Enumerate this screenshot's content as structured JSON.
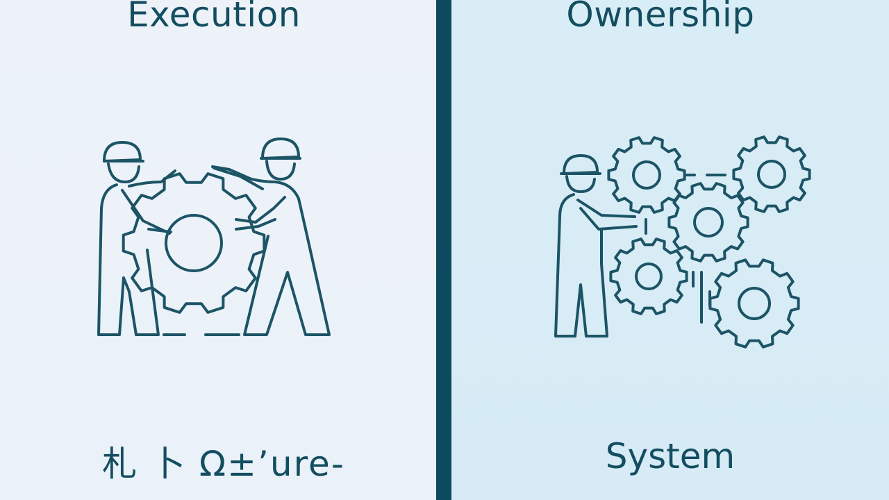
{
  "left": {
    "title": "Execution",
    "caption": "札 卜 Ω±’ure-",
    "illustration": "two-workers-lifting-gear"
  },
  "right": {
    "title": "Ownership",
    "caption": "System",
    "illustration": "worker-operating-gear-system"
  },
  "colors": {
    "ink": "#1c5466",
    "divider": "#0d4a5f",
    "left_background": "#edf2f9",
    "right_background": "#d9edf6"
  }
}
